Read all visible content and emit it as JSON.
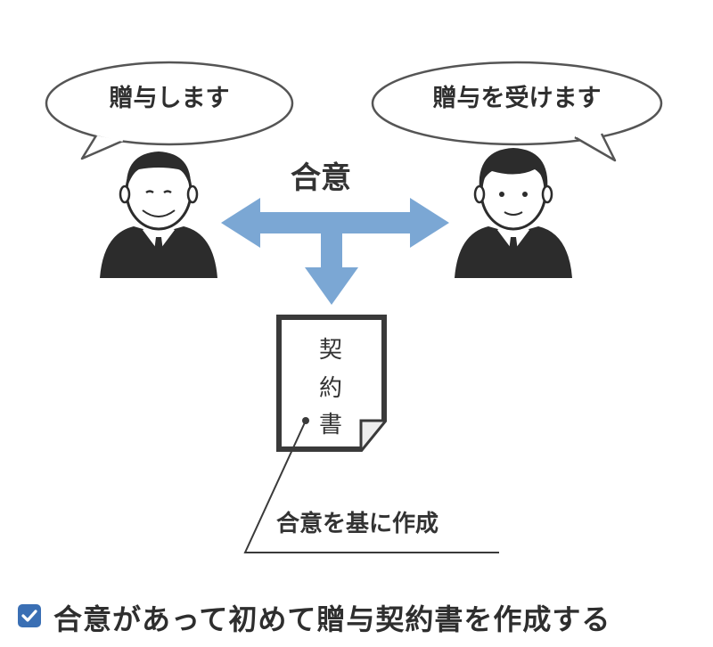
{
  "bubbles": {
    "left": "贈与します",
    "right": "贈与を受けます"
  },
  "agreement": "合意",
  "document": {
    "chars": [
      "契",
      "約",
      "書"
    ]
  },
  "note": "合意を基に作成",
  "footer": {
    "checked": true,
    "text": "合意があって初めて贈与契約書を作成する"
  },
  "colors": {
    "arrow": "#7ba7d4",
    "figure": "#2c2c2c",
    "checkbox": "#3a6fb4"
  }
}
